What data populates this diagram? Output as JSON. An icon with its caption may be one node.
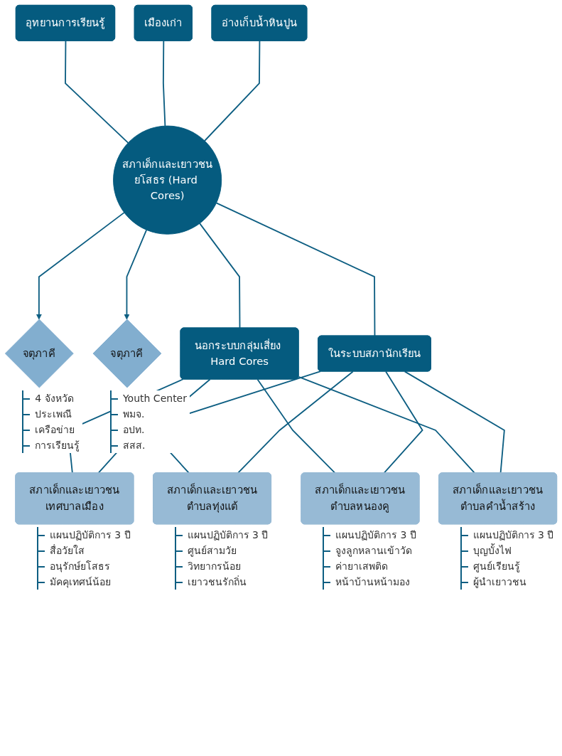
{
  "diagram": {
    "nodes": [
      {
        "text": [
          "อุทยานการเรียนรู้"
        ]
      },
      {
        "text": [
          "เมืองเก่า"
        ]
      },
      {
        "text": [
          "อ่างเก็บน้ำหินปูน"
        ]
      },
      {
        "text": [
          "สภาเด็กและเยาวชนยโสธร (Hard Cores)"
        ]
      },
      {
        "text": [
          "จตุภาคี"
        ],
        "beside": [
          "4 จังหวัด",
          "ประเพณี",
          "เครือข่าย",
          "การเรียนรู้"
        ]
      },
      {
        "text": [
          "จตุภาคี"
        ],
        "beside": [
          "Youth Center",
          "พมจ.",
          "อปท.",
          "สสส."
        ]
      },
      {
        "text": [
          "นอกระบบกลุ่มเสี่ยง Hard Cores"
        ]
      },
      {
        "text": [
          "ในระบบสภานักเรียน"
        ]
      },
      {
        "text": [
          "สภาเด็กและเยาวชนเทศบาลเมือง"
        ],
        "beside": [
          "แผนปฏิบัติการ 3 ปี",
          "สื่อวัยใส",
          "อนุรักษ์ยโสธร",
          "มัคคุเทศน์น้อย"
        ]
      },
      {
        "text": [
          "สภาเด็กและเยาวชนตำบลทุ่งแต้"
        ],
        "beside": [
          "แผนปฏิบัติการ 3 ปี",
          "ศูนย์สามวัย",
          "วิทยากรน้อย",
          "เยาวชนรักถิ่น"
        ]
      },
      {
        "text": [
          "สภาเด็กและเยาวชนตำบลหนองคู"
        ],
        "beside": [
          "แผนปฏิบัติการ 3 ปี",
          "จูงลูกหลานเข้าวัด",
          "ค่ายาเสพติด",
          "หน้าบ้านหน้ามอง"
        ]
      },
      {
        "text": [
          "สภาเด็กและเยาวชนตำบลคำน้ำสร้าง"
        ],
        "beside": [
          "แผนปฏิบัติการ 3 ปี",
          "บุญบั้งไฟ",
          "ศูนย์เรียนรู้",
          "ผู้นำเยาวชน"
        ]
      }
    ],
    "edges": [
      {
        "from": 0,
        "to": 3,
        "arrow": "none"
      },
      {
        "from": 1,
        "to": 3,
        "arrow": "none"
      },
      {
        "from": 2,
        "to": 3,
        "arrow": "none"
      },
      {
        "from": 3,
        "to": 4,
        "arrow": "to"
      },
      {
        "from": 3,
        "to": 6,
        "arrow": "none"
      },
      {
        "from": 3,
        "to": 7,
        "arrow": "none"
      },
      {
        "from": 3,
        "to": 5,
        "arrow": "to"
      },
      {
        "from": 6,
        "to": 8,
        "arrow": "none"
      },
      {
        "from": 6,
        "to": 9,
        "arrow": "none"
      },
      {
        "from": 6,
        "to": 10,
        "arrow": "none"
      },
      {
        "from": 6,
        "to": 11,
        "arrow": "none"
      },
      {
        "from": 7,
        "to": 8,
        "arrow": "none"
      },
      {
        "from": 7,
        "to": 9,
        "arrow": "none"
      },
      {
        "from": 7,
        "to": 10,
        "arrow": "none"
      },
      {
        "from": 7,
        "to": 11,
        "arrow": "none"
      }
    ]
  }
}
